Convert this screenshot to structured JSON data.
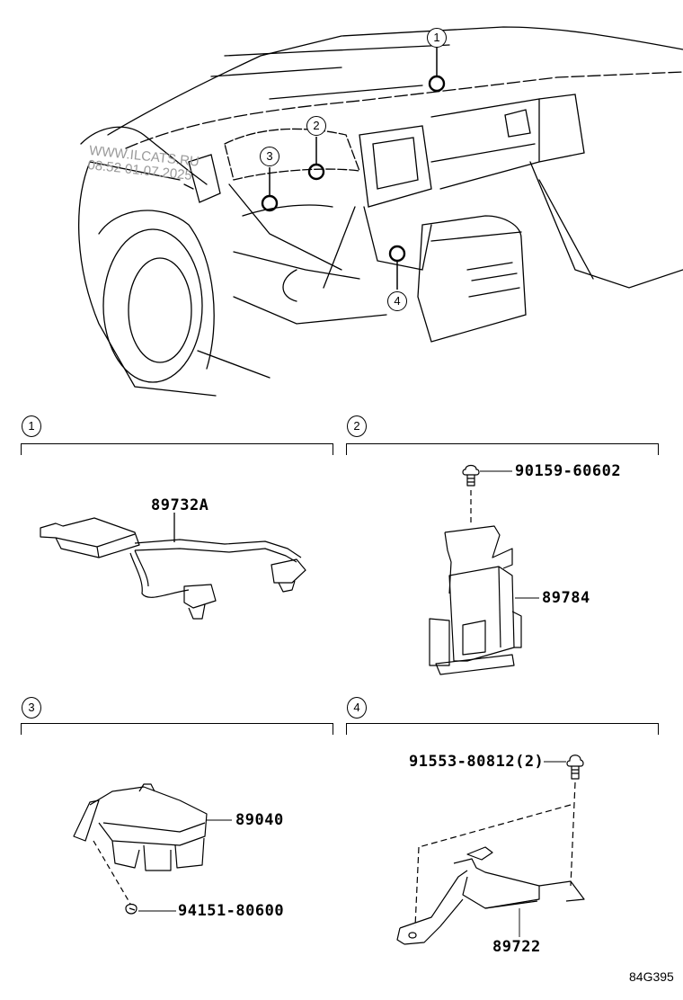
{
  "diagram": {
    "code": "84G395",
    "watermark": {
      "line1": "WWW.ILCATS.RU",
      "line2": "08:52 01.07.2025"
    },
    "overview": {
      "callouts": [
        "1",
        "2",
        "3",
        "4"
      ]
    },
    "sections": [
      {
        "number": "1",
        "parts": [
          {
            "part_no": "89732A"
          }
        ]
      },
      {
        "number": "2",
        "parts": [
          {
            "part_no": "90159-60602"
          },
          {
            "part_no": "89784"
          }
        ]
      },
      {
        "number": "3",
        "parts": [
          {
            "part_no": "89040"
          },
          {
            "part_no": "94151-80600"
          }
        ]
      },
      {
        "number": "4",
        "parts": [
          {
            "part_no": "91553-80812(2)"
          },
          {
            "part_no": "89722"
          }
        ]
      }
    ]
  }
}
